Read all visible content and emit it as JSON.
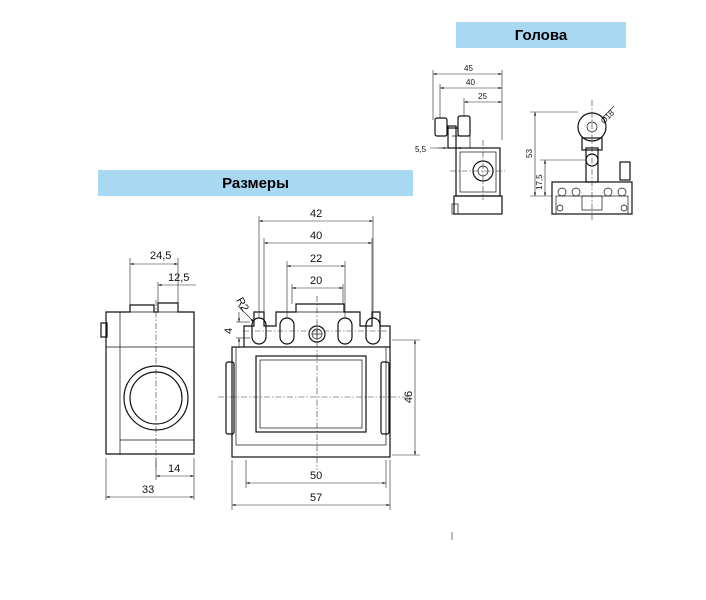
{
  "titles": {
    "head": "Голова",
    "dimensions": "Размеры"
  },
  "colors": {
    "banner": "#a9d8f3",
    "line": "#111111"
  },
  "head_dims": {
    "d45": "45",
    "d40": "40",
    "d25": "25",
    "d5_5": "5,5",
    "d53": "53",
    "d17_5": "17,5",
    "d18": "Ø18"
  },
  "main_dims": {
    "d24_5": "24,5",
    "d12_5": "12,5",
    "d14": "14",
    "d33": "33",
    "d42": "42",
    "d40": "40",
    "d22": "22",
    "d20": "20",
    "r2": "R2",
    "d4": "4",
    "d46": "46",
    "d50": "50",
    "d57": "57"
  }
}
